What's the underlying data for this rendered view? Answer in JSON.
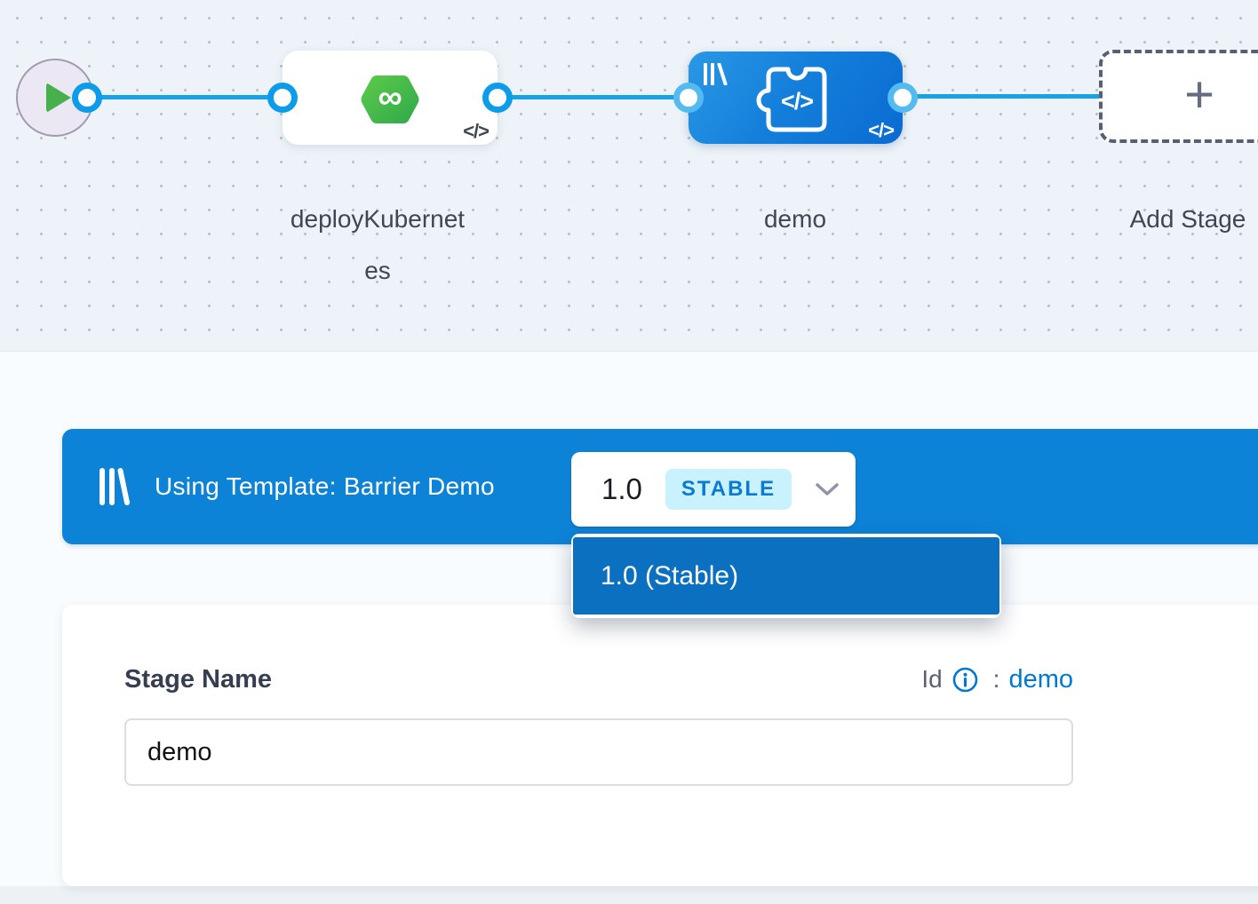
{
  "canvas": {
    "stages": [
      {
        "name": "deployKubernetes",
        "type": "deploy-stage",
        "icon": "harness-cd-hexagon-icon"
      },
      {
        "name": "demo",
        "type": "custom-stage",
        "icon": "custom-stage-puzzle-icon",
        "uses_template": true
      }
    ],
    "add_stage_label": "Add Stage",
    "code_toggle_glyph": "</>",
    "plus_glyph": "+",
    "infinity_glyph": "∞"
  },
  "banner": {
    "title": "Using Template: Barrier Demo",
    "version_selector": {
      "version": "1.0",
      "badge": "STABLE"
    },
    "dropdown": {
      "items": [
        {
          "label": "1.0 (Stable)",
          "selected": true
        }
      ]
    }
  },
  "form": {
    "stage_name_label": "Stage Name",
    "stage_name_value": "demo",
    "id_label": "Id",
    "id_colon": ":",
    "id_value": "demo"
  },
  "colors": {
    "accent_blue": "#0278d5",
    "banner_blue": "#0d83d8",
    "dropdown_item_blue": "#0a70bf",
    "connector_blue": "#17a1e8",
    "stable_badge_bg": "#c9f1fe",
    "deploy_icon_green": "#46bb3e",
    "play_triangle_green": "#46b14c",
    "canvas_bg": "#edf3f8"
  }
}
